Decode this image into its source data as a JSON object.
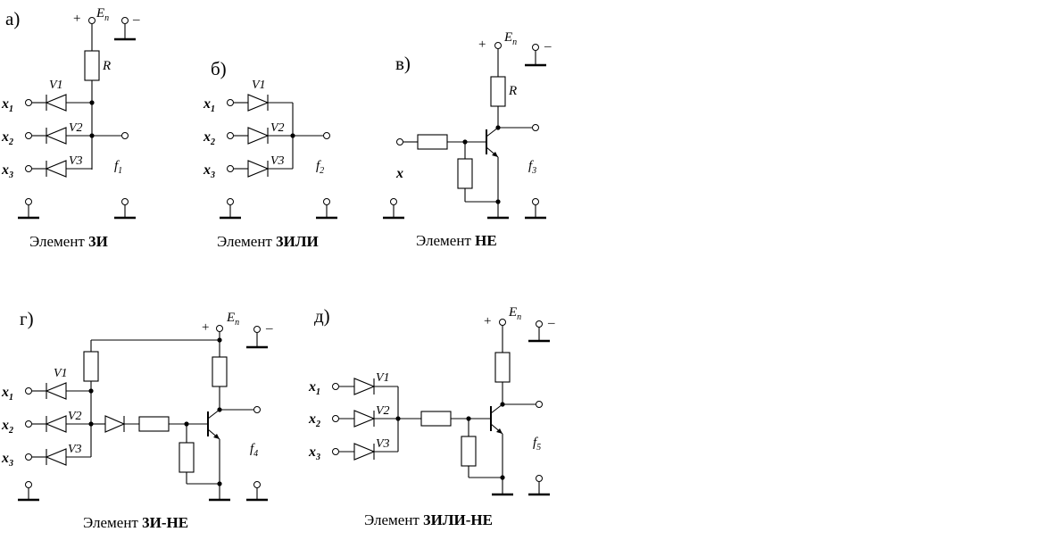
{
  "panels": {
    "a": {
      "letter": "а)",
      "caption": "Элемент ",
      "caption_bold": "3И",
      "supply": {
        "plus": "+",
        "E": "E",
        "E_sub": "п",
        "minus": "–"
      },
      "resistor": "R",
      "diodes": [
        "V1",
        "V2",
        "V3"
      ],
      "inputs": [
        {
          "x": "x",
          "sub": "1"
        },
        {
          "x": "x",
          "sub": "2"
        },
        {
          "x": "x",
          "sub": "3"
        }
      ],
      "output": {
        "f": "f",
        "sub": "1"
      }
    },
    "b": {
      "letter": "б)",
      "caption": "Элемент ",
      "caption_bold": "3ИЛИ",
      "diodes": [
        "V1",
        "V2",
        "V3"
      ],
      "inputs": [
        {
          "x": "x",
          "sub": "1"
        },
        {
          "x": "x",
          "sub": "2"
        },
        {
          "x": "x",
          "sub": "3"
        }
      ],
      "output": {
        "f": "f",
        "sub": "2"
      }
    },
    "v": {
      "letter": "в)",
      "caption": "Элемент ",
      "caption_bold": "НЕ",
      "supply": {
        "plus": "+",
        "E": "E",
        "E_sub": "п",
        "minus": "–"
      },
      "resistor": "R",
      "input": "x",
      "output": {
        "f": "f",
        "sub": "3"
      }
    },
    "g": {
      "letter": "г)",
      "caption": "Элемент ",
      "caption_bold": "3И-НЕ",
      "supply": {
        "plus": "+",
        "E": "E",
        "E_sub": "п",
        "minus": "–"
      },
      "diodes": [
        "V1",
        "V2",
        "V3"
      ],
      "inputs": [
        {
          "x": "x",
          "sub": "1"
        },
        {
          "x": "x",
          "sub": "2"
        },
        {
          "x": "x",
          "sub": "3"
        }
      ],
      "output": {
        "f": "f",
        "sub": "4"
      }
    },
    "d": {
      "letter": "д)",
      "caption": "Элемент ",
      "caption_bold": "3ИЛИ-НЕ",
      "supply": {
        "plus": "+",
        "E": "E",
        "E_sub": "п",
        "minus": "–"
      },
      "diodes": [
        "V1",
        "V2",
        "V3"
      ],
      "inputs": [
        {
          "x": "x",
          "sub": "1"
        },
        {
          "x": "x",
          "sub": "2"
        },
        {
          "x": "x",
          "sub": "3"
        }
      ],
      "output": {
        "f": "f",
        "sub": "5"
      }
    }
  }
}
